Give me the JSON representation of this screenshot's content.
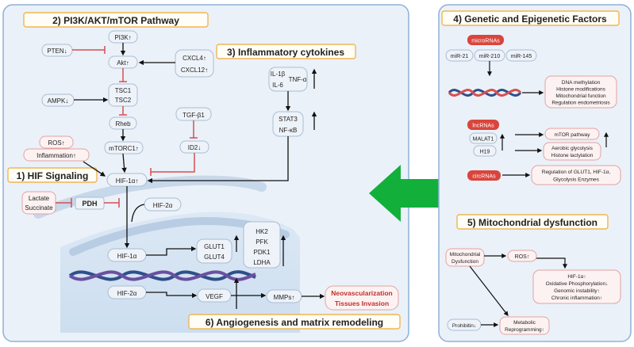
{
  "sections": {
    "pi3k": "2) PI3K/AKT/mTOR Pathway",
    "inflammatory": "3) Inflammatory cytokines",
    "hif": "1) HIF Signaling",
    "angio": "6)  Angiogenesis and matrix remodeling",
    "genetic": "4) Genetic and Epigenetic Factors",
    "mito": "5) Mitochondrial dysfunction"
  },
  "pathway": {
    "pi3k": "PI3K↑",
    "pten": "PTEN↓",
    "akt": "Akt↑",
    "tsc1": "TSC1",
    "tsc2": "TSC2",
    "ampk": "AMPK↓",
    "rheb": "Rheb",
    "mtorc1": "mTORC1↑",
    "ros": "ROS↑",
    "inflammation": "Inflammation↑",
    "cxcl4": "CXCL4↑",
    "cxcl12": "CXCL12↑",
    "tgfb1": "TGF-β1",
    "id2": "ID2↓",
    "il1b": "IL-1β",
    "il6": "IL-6",
    "tnfa": "TNF-α",
    "stat3": "STAT3",
    "nfkb": "NF-κB",
    "hif1a_top": "HIF-1α↑",
    "lactate": "Lactate",
    "succinate": "Succinate",
    "pdh": "PDH",
    "hif2a_top": "HIF-2α",
    "hif1a": "HIF-1α",
    "hif2a": "HIF-2α",
    "glut1": "GLUT1",
    "glut4": "GLUT4",
    "hk2": "HK2",
    "pfk": "PFK",
    "pdk1": "PDK1",
    "ldha": "LDHA",
    "vegf": "VEGF",
    "mmps": "MMPs↑",
    "neovasc": "Neovascularization",
    "tissues": "Tissues Invasion"
  },
  "genetic": {
    "micrornas": "microRNAs",
    "mir21": "miR-21",
    "mir210": "miR-210",
    "mir145": "miR-145",
    "outcome1": [
      "DNA methylation",
      "Histone modifications",
      "Mitochondrial function",
      "Regulation endometriosis"
    ],
    "lncrnas": "lncRNAs",
    "malat1": "MALAT1",
    "h19": "H19",
    "mtor": "mTOR pathway",
    "aerobic": "Aerobic glycolysis",
    "histone_lact": "Histone lactylation",
    "circrnas": "circRNAs",
    "circ_outcome": [
      "Regulation of GLUT1, HIF-1α,",
      "Glycolysis Enzymes"
    ]
  },
  "mito": {
    "dysfunction": [
      "Mitochondrial",
      "Dysfunction"
    ],
    "ros": "ROS↑",
    "effects": [
      "HIF-1α↑",
      "Oxidative Phosphorylation↓",
      "Genomic instability↑",
      "Chronic inflammation↑"
    ],
    "prohibitin": "Prohibitin↓",
    "metabolic": [
      "Metabolic",
      "Reprogramming↑"
    ]
  },
  "colors": {
    "panel_bg": "#eaf1f9",
    "panel_border": "#8fb1d6",
    "title_border": "#f2b552",
    "node_bg": "#eef3f9",
    "node_border": "#aabdd2",
    "pink_bg": "#fdf2f2",
    "pink_border": "#e2a3a3",
    "red_pill": "#d9453c",
    "inhibit": "#d64f4f",
    "green_arrow": "#12b03a",
    "dna_blue": "#2f4f8a",
    "dna_purple": "#6b4fa0",
    "dna_red": "#d94f4f"
  }
}
